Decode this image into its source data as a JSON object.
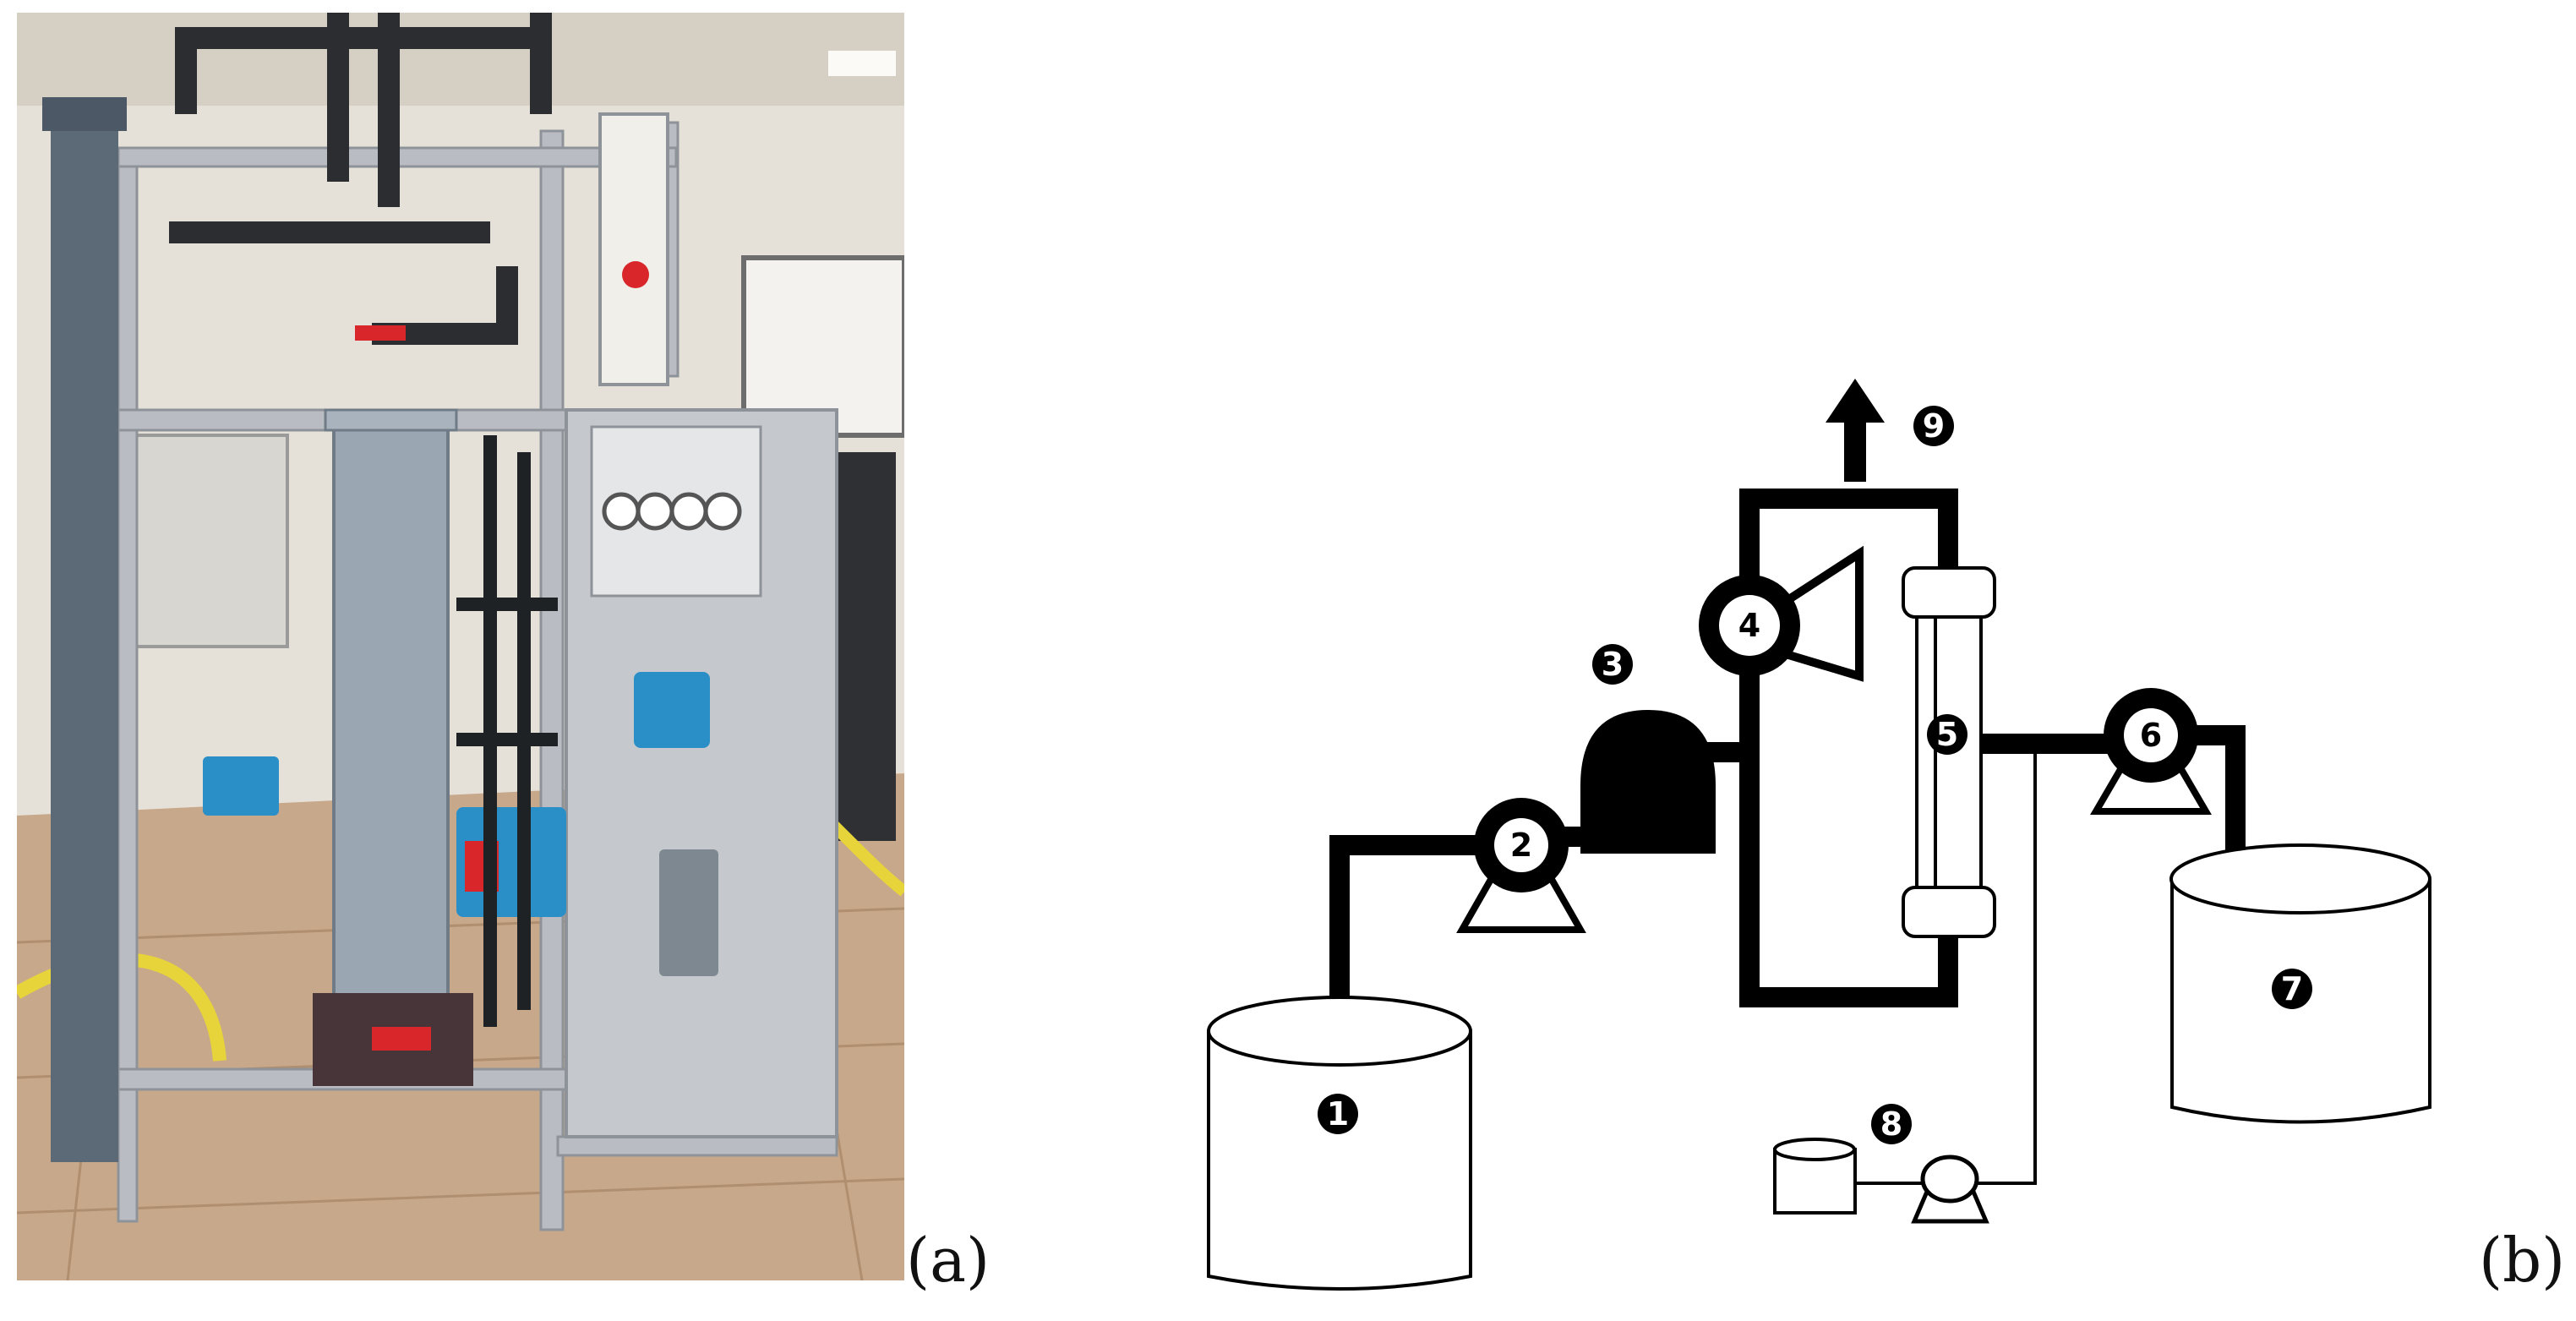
{
  "panels": {
    "a": {
      "label": "(a)"
    },
    "b": {
      "label": "(b)"
    }
  },
  "diagram": {
    "markers": [
      "1",
      "2",
      "3",
      "4",
      "5",
      "6",
      "7",
      "8",
      "9"
    ]
  },
  "colors": {
    "line": "#000000",
    "background": "#ffffff",
    "photo_wall": "#e9e4dc",
    "photo_floor": "#c9a98a",
    "frame": "#b8bcc2",
    "pipe_grey": "#8b98a6",
    "yellow_hose": "#e8d33a",
    "blue_pump": "#2a8fc7",
    "red_valve": "#d8262a"
  }
}
